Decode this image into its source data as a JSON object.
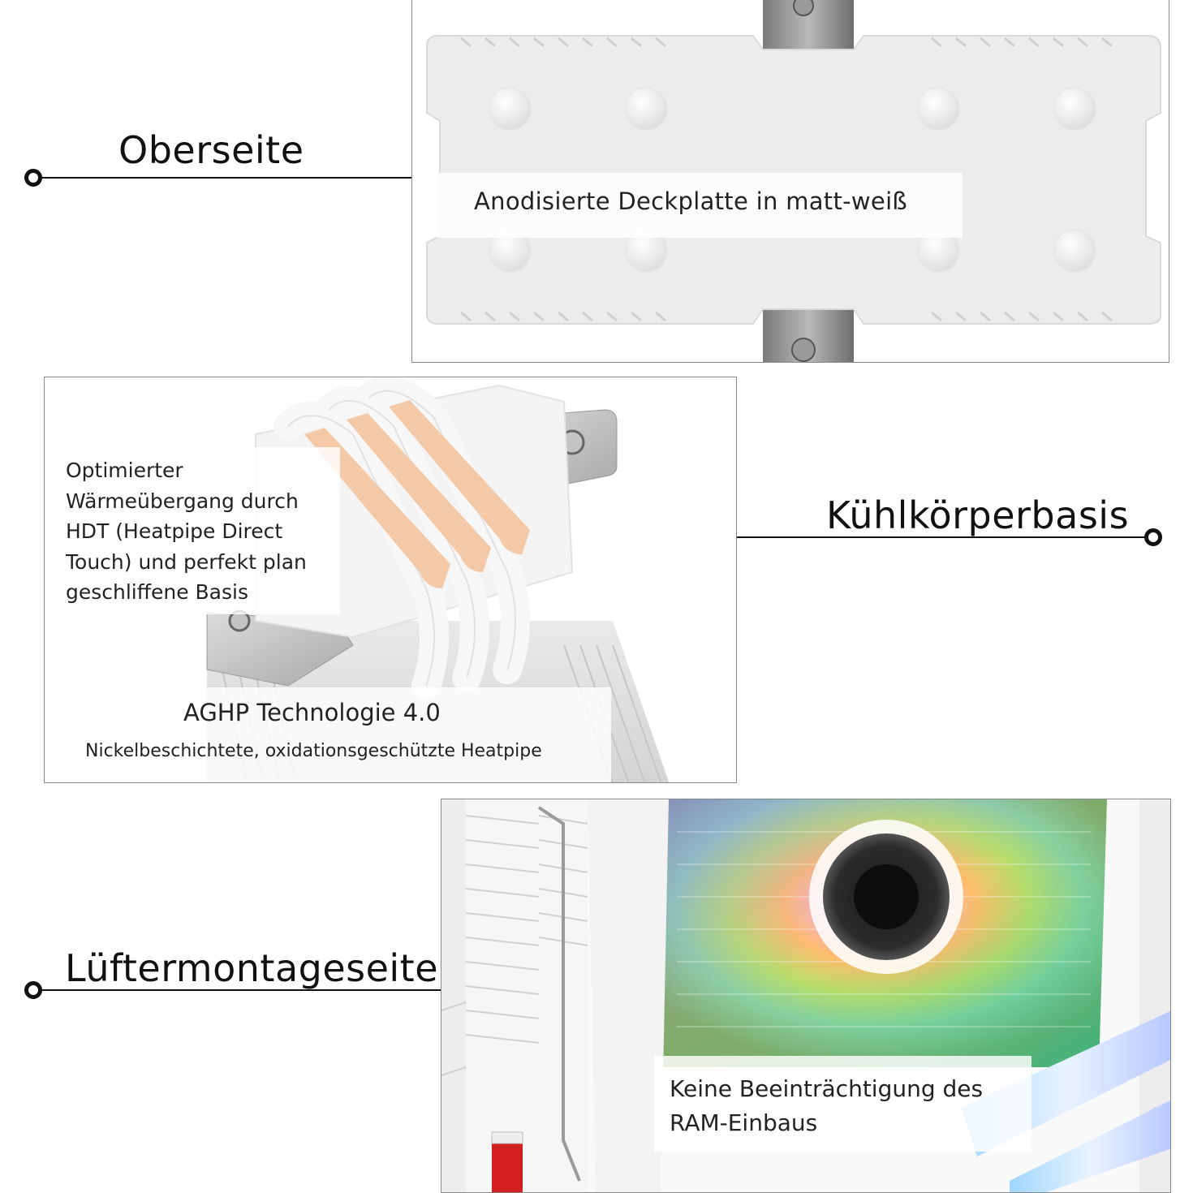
{
  "sections": {
    "top": {
      "heading": "Oberseite",
      "caption": "Anodisierte Deckplatte in matt-weiß"
    },
    "base": {
      "heading": "Kühlkörperbasis",
      "caption": "Optimierter Wärmeübergang durch HDT (Heatpipe Direct Touch) und perfekt plan geschliffene Basis",
      "caption_lines": [
        "Optimierter",
        "Wärmeübergang durch",
        "HDT (Heatpipe Direct",
        "Touch) und perfekt plan",
        "geschliffene Basis"
      ],
      "tech_title": "AGHP Technologie 4.0",
      "tech_subtitle": "Nickelbeschichtete, oxidationsgeschützte Heatpipe"
    },
    "fan": {
      "heading": "Lüftermontageseite",
      "caption_lines": [
        "Keine Beeinträchtigung des",
        "RAM-Einbaus"
      ]
    }
  },
  "colors": {
    "line": "#111111",
    "frame": "#8a8a8a",
    "heatpipe_copper": "#f3c9a8",
    "metal": "#8f8f8f"
  }
}
